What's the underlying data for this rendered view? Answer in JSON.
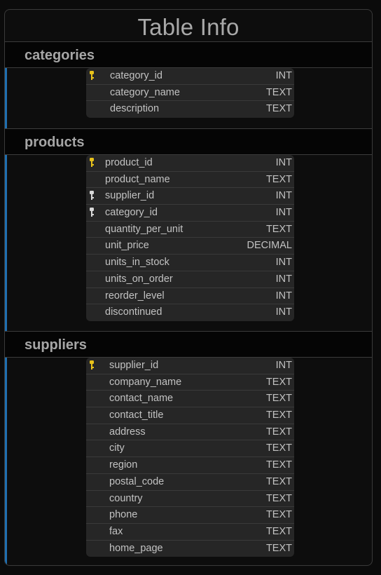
{
  "title": "Table Info",
  "tables": [
    {
      "name": "categories",
      "columns": [
        {
          "name": "category_id",
          "type": "INT",
          "key": "primary"
        },
        {
          "name": "category_name",
          "type": "TEXT",
          "key": ""
        },
        {
          "name": "description",
          "type": "TEXT",
          "key": ""
        }
      ]
    },
    {
      "name": "products",
      "columns": [
        {
          "name": "product_id",
          "type": "INT",
          "key": "primary"
        },
        {
          "name": "product_name",
          "type": "TEXT",
          "key": ""
        },
        {
          "name": "supplier_id",
          "type": "INT",
          "key": "foreign"
        },
        {
          "name": "category_id",
          "type": "INT",
          "key": "foreign"
        },
        {
          "name": "quantity_per_unit",
          "type": "TEXT",
          "key": ""
        },
        {
          "name": "unit_price",
          "type": "DECIMAL",
          "key": ""
        },
        {
          "name": "units_in_stock",
          "type": "INT",
          "key": ""
        },
        {
          "name": "units_on_order",
          "type": "INT",
          "key": ""
        },
        {
          "name": "reorder_level",
          "type": "INT",
          "key": ""
        },
        {
          "name": "discontinued",
          "type": "INT",
          "key": ""
        }
      ]
    },
    {
      "name": "suppliers",
      "columns": [
        {
          "name": "supplier_id",
          "type": "INT",
          "key": "primary"
        },
        {
          "name": "company_name",
          "type": "TEXT",
          "key": ""
        },
        {
          "name": "contact_name",
          "type": "TEXT",
          "key": ""
        },
        {
          "name": "contact_title",
          "type": "TEXT",
          "key": ""
        },
        {
          "name": "address",
          "type": "TEXT",
          "key": ""
        },
        {
          "name": "city",
          "type": "TEXT",
          "key": ""
        },
        {
          "name": "region",
          "type": "TEXT",
          "key": ""
        },
        {
          "name": "postal_code",
          "type": "TEXT",
          "key": ""
        },
        {
          "name": "country",
          "type": "TEXT",
          "key": ""
        },
        {
          "name": "phone",
          "type": "TEXT",
          "key": ""
        },
        {
          "name": "fax",
          "type": "TEXT",
          "key": ""
        },
        {
          "name": "home_page",
          "type": "TEXT",
          "key": ""
        }
      ]
    }
  ],
  "colors": {
    "primary_key": "#e8c21a",
    "foreign_key": "#d8d8d8",
    "accent": "#1f6fb0"
  }
}
